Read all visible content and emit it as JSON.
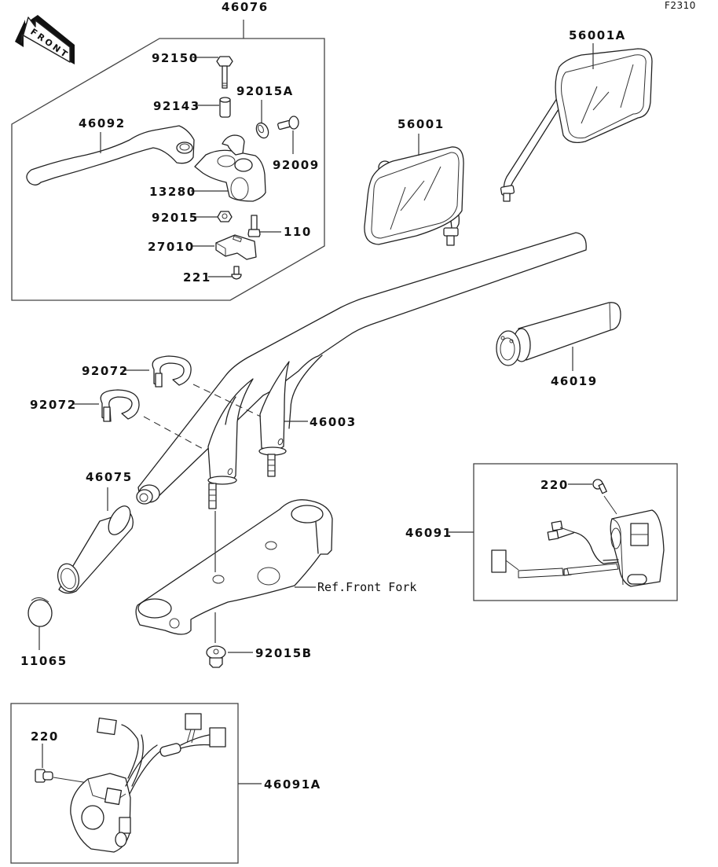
{
  "diagram": {
    "figure_code": "F2310",
    "front_indicator": "FRONT",
    "reference_note": "Ref.Front Fork",
    "parts": [
      {
        "id": "p46076",
        "number": "46076",
        "name": "Lever assembly group"
      },
      {
        "id": "p92150",
        "number": "92150",
        "name": "Bolt"
      },
      {
        "id": "p92143",
        "number": "92143",
        "name": "Collar"
      },
      {
        "id": "p92015A",
        "number": "92015A",
        "name": "Nut"
      },
      {
        "id": "p46092",
        "number": "46092",
        "name": "Lever"
      },
      {
        "id": "p92009",
        "number": "92009",
        "name": "Screw"
      },
      {
        "id": "p13280",
        "number": "13280",
        "name": "Holder"
      },
      {
        "id": "p92015",
        "number": "92015",
        "name": "Nut"
      },
      {
        "id": "p110",
        "number": "110",
        "name": "Bolt"
      },
      {
        "id": "p27010",
        "number": "27010",
        "name": "Switch"
      },
      {
        "id": "p221",
        "number": "221",
        "name": "Screw"
      },
      {
        "id": "p56001A",
        "number": "56001A",
        "name": "Mirror (right)"
      },
      {
        "id": "p56001",
        "number": "56001",
        "name": "Mirror (left)"
      },
      {
        "id": "p46019",
        "number": "46019",
        "name": "Throttle grip"
      },
      {
        "id": "p92072a",
        "number": "92072",
        "name": "Band"
      },
      {
        "id": "p92072b",
        "number": "92072",
        "name": "Band"
      },
      {
        "id": "p46003",
        "number": "46003",
        "name": "Handlebar"
      },
      {
        "id": "p46075",
        "number": "46075",
        "name": "Grip"
      },
      {
        "id": "p11065",
        "number": "11065",
        "name": "Cap"
      },
      {
        "id": "p92015B",
        "number": "92015B",
        "name": "Nut"
      },
      {
        "id": "p220a",
        "number": "220",
        "name": "Screw"
      },
      {
        "id": "p46091",
        "number": "46091",
        "name": "Switch housing (right)"
      },
      {
        "id": "p220b",
        "number": "220",
        "name": "Screw"
      },
      {
        "id": "p46091A",
        "number": "46091A",
        "name": "Switch housing (left)"
      }
    ]
  }
}
